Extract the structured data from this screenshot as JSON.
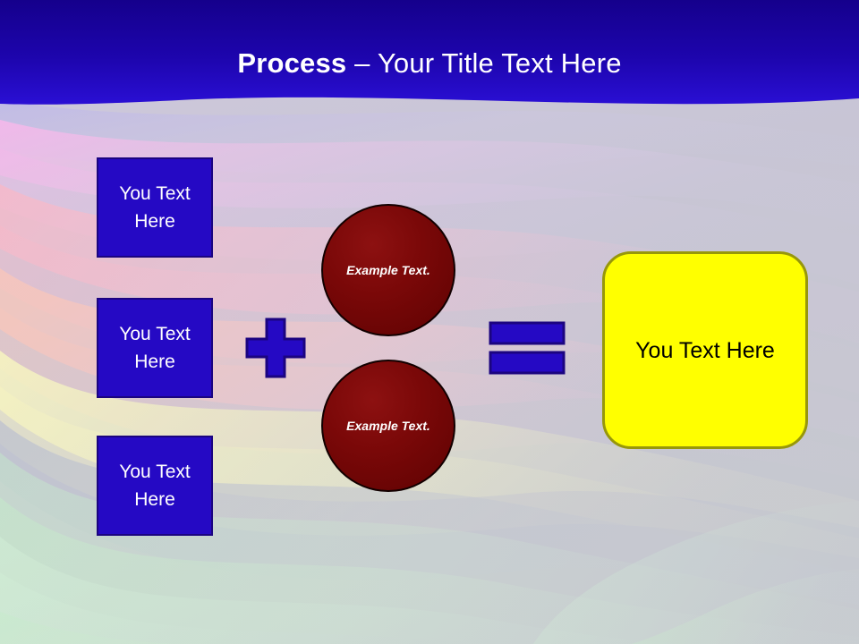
{
  "slide": {
    "title_strong": "Process",
    "title_rest": " – Your Title Text Here",
    "header_color_top": "#15008c",
    "header_color_bottom": "#2a0fd4",
    "background_base_color": "#c9c6d6"
  },
  "inputs": {
    "boxes": [
      {
        "text": "You Text Here"
      },
      {
        "text": "You Text Here"
      },
      {
        "text": "You Text Here"
      }
    ],
    "fill_color": "#2509c4",
    "border_color": "#1b0480",
    "text_color": "#ffffff"
  },
  "operators": {
    "plus": {
      "symbol": "+",
      "name": "plus-sign",
      "fill_color": "#2509c4",
      "border_color": "#1b0480"
    },
    "equals": {
      "symbol": "=",
      "name": "equals-sign",
      "fill_color": "#2509c4",
      "border_color": "#1b0480"
    }
  },
  "circles": {
    "items": [
      {
        "text": "Example Text."
      },
      {
        "text": "Example Text."
      }
    ],
    "fill_color": "#7a0808",
    "border_color": "#120000",
    "text_color": "#ffffff"
  },
  "result": {
    "text": "You Text Here",
    "fill_color": "#ffff00",
    "border_color": "#97970a",
    "text_color": "#000000"
  }
}
